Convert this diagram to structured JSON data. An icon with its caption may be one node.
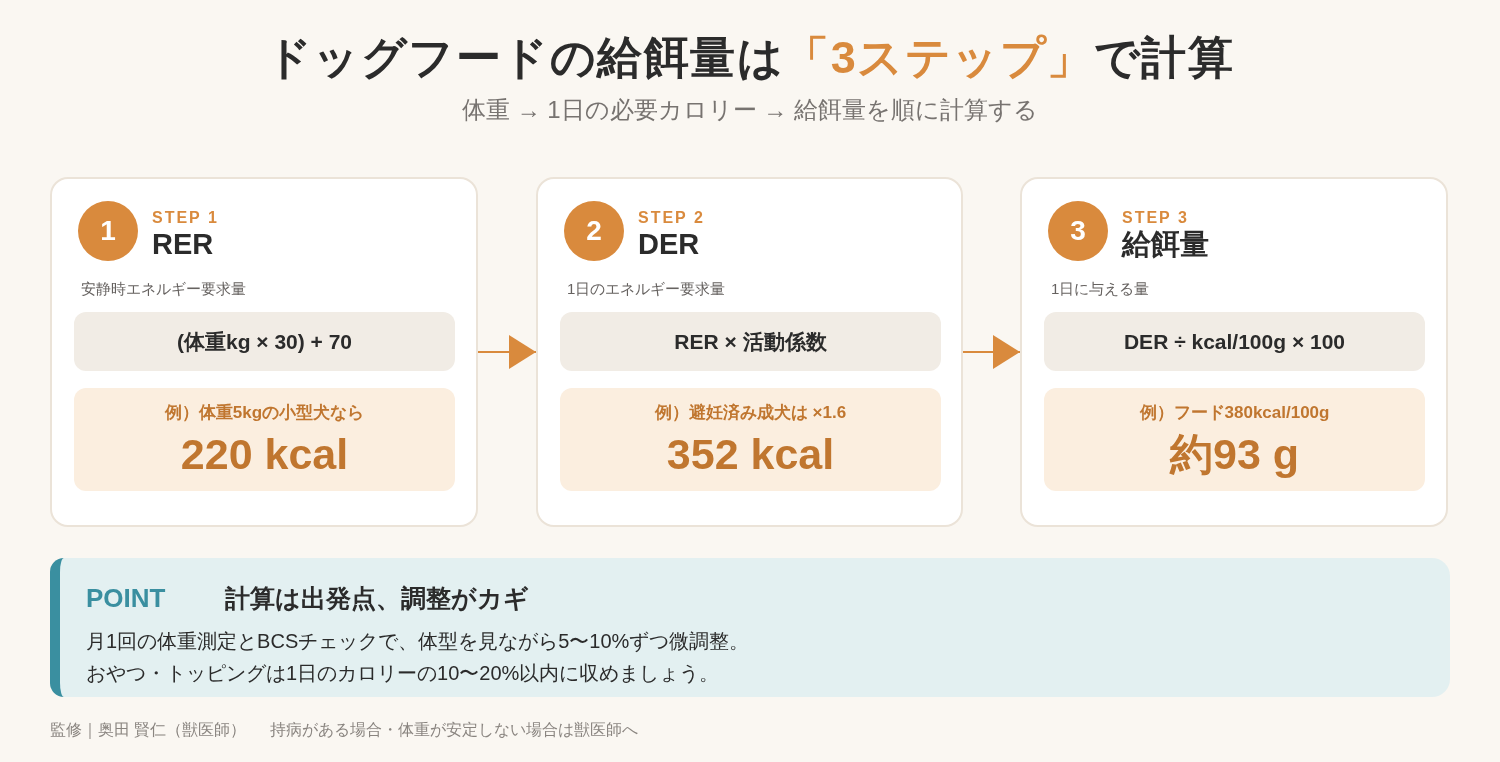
{
  "diagram": {
    "title": "ドッグフードの給餌量は**「3ステップ」**で計算",
    "nodes": [
      {
        "text": [
          "STEP 1",
          "RER",
          "安静時エネルギー要求量"
        ]
      },
      {
        "text": [
          "1"
        ],
        "in": 0
      },
      {
        "text": [
          "(体重kg × 30) + 70"
        ],
        "in": 0
      },
      {
        "text": [
          "例）体重5kgの小型犬なら",
          "220 kcal"
        ],
        "in": 0
      },
      {
        "text": [
          "STEP 2",
          "DER",
          "1日のエネルギー要求量"
        ]
      },
      {
        "text": [
          "2"
        ],
        "in": 4
      },
      {
        "text": [
          "RER × 活動係数"
        ],
        "in": 4
      },
      {
        "text": [
          "例）避妊済み成犬は ×1.6",
          "352 kcal"
        ],
        "in": 4
      },
      {
        "text": [
          "STEP 3",
          "給餌量",
          "1日に与える量"
        ]
      },
      {
        "text": [
          "3"
        ],
        "in": 8
      },
      {
        "text": [
          "DER ÷ kcal/100g × 100"
        ],
        "in": 8
      },
      {
        "text": [
          "例）フード380kcal/100g",
          "約93 g"
        ],
        "in": 8
      },
      {
        "text": [
          "POINT",
          "計算は出発点、調整がカギ",
          "月1回の体重測定とBCSチェックで、体型を見ながら5〜10%ずつ微調整。",
          "おやつ・トッピングは1日のカロリーの10〜20%以内に収めましょう。"
        ]
      }
    ],
    "edges": [
      {
        "from": 0,
        "to": 4,
        "arrow": "to"
      },
      {
        "from": 4,
        "to": 8,
        "arrow": "to"
      }
    ],
    "labels": [
      "体重 → 1日の必要カロリー → 給餌量を順に計算する",
      "監修｜奥田 賢仁（獣医師）",
      "持病がある場合・体重が安定しない場合は獣医師へ"
    ]
  }
}
